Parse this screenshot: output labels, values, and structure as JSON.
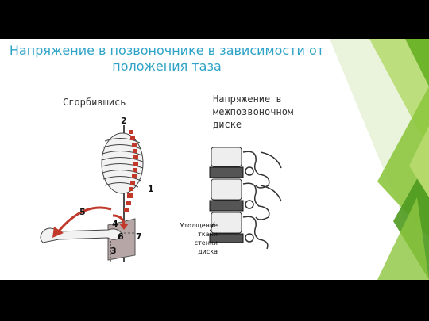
{
  "slide": {
    "title": "Напряжение в позвоночнике в зависимости от положения таза",
    "caption_left": "Сгорбившись",
    "caption_right": "Напряжение в межпозвоночном диске",
    "note": "Утолщение ткани стенки диска",
    "figure_numbers": [
      "2",
      "1",
      "5",
      "4",
      "6",
      "7",
      "3"
    ],
    "accent_color": "#2ea3c7",
    "decor_greens": [
      "#8dc63f",
      "#6fb52c",
      "#b5d96b",
      "#4e9a1f"
    ]
  }
}
